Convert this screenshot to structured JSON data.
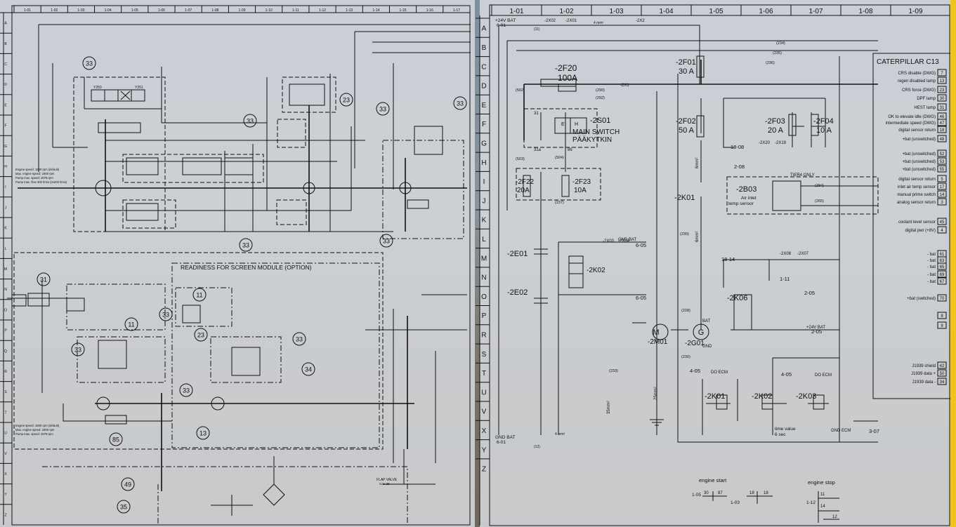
{
  "left_sheet": {
    "column_labels": [
      "1-01",
      "1-02",
      "1-03",
      "1-04",
      "1-05",
      "1-06",
      "1-07",
      "1-08",
      "1-09",
      "1-10",
      "1-11",
      "1-12",
      "1-13",
      "1-14",
      "1-15",
      "1-16",
      "1-17"
    ],
    "row_labels": [
      "A",
      "B",
      "C",
      "D",
      "E",
      "F",
      "G",
      "H",
      "I",
      "J",
      "K",
      "L",
      "M",
      "N",
      "O",
      "P",
      "Q",
      "R",
      "S",
      "T",
      "U",
      "V",
      "X",
      "Y",
      "Z"
    ],
    "callouts": [
      "33",
      "33",
      "23",
      "33",
      "33",
      "33",
      "33",
      "31",
      "11",
      "33",
      "11",
      "23",
      "33",
      "33",
      "34",
      "33",
      "85",
      "13",
      "49",
      "35"
    ],
    "section_title": "READINESS FOR SCREEN MODULE (OPTION)",
    "valve_labels": [
      "Y250",
      "Y251"
    ],
    "notes": {
      "engine_speed_1": [
        "Engine speed: 1800 rpm (default)",
        "Max. engine speed: 1900 rpm",
        "Pump max. speed: 2078 rpm",
        "Pump max. flow 300 l/min (2x200 l/min)"
      ],
      "engine_speed_2": [
        "Engine speed: 1800 rpm (default)",
        "Max. engine speed: 1900 rpm",
        "Pump max. speed: 2078 rpm"
      ],
      "flap_valve": "FLAP VALVE",
      "flap_valve_sub": "Can 28"
    }
  },
  "right_sheet": {
    "column_labels": [
      "1-01",
      "1-02",
      "1-03",
      "1-04",
      "1-05",
      "1-06",
      "1-07",
      "1-08",
      "1-09"
    ],
    "row_labels": [
      "A",
      "B",
      "C",
      "D",
      "E",
      "F",
      "G",
      "H",
      "I",
      "J",
      "K",
      "L",
      "M",
      "N",
      "O",
      "P",
      "R",
      "S",
      "T",
      "U",
      "V",
      "X",
      "Y",
      "Z"
    ],
    "top_bat": {
      "label": "+24V BAT",
      "ref": "6-01",
      "wire": "(11)",
      "size": "4 mm²"
    },
    "gnd_bat": {
      "label": "GND BAT",
      "ref": "6-01",
      "wire": "(12)",
      "size": "4 mm²"
    },
    "wire_numbers": [
      "(234)",
      "(235)",
      "(290)",
      "(292)",
      "(502)",
      "(503)",
      "(504)",
      "(236)",
      "(228)",
      "(230)",
      "(237)",
      "(294)",
      "(265)",
      "(233)",
      "(239)"
    ],
    "connectors": [
      "-2X02",
      "-2X01",
      "-2X2",
      "-2X03",
      "-2X04",
      "-2X08",
      "-2X07",
      "-2X20",
      "-2X19",
      "-2X1"
    ],
    "fuses": [
      {
        "id": "-2F20",
        "rating": "100A"
      },
      {
        "id": "-2F01",
        "rating": "30 A"
      },
      {
        "id": "-2F02",
        "rating": "50 A"
      },
      {
        "id": "-2F03",
        "rating": "20 A"
      },
      {
        "id": "-2F04",
        "rating": "10 A"
      },
      {
        "id": "-2F22",
        "rating": "20A"
      },
      {
        "id": "-2F23",
        "rating": "10A"
      }
    ],
    "main_switch": {
      "id": "-2S01",
      "label1": "MAIN SWITCH",
      "label2": "PÄÄKYTKIN",
      "terminals": [
        "31",
        "31a",
        "E",
        "H",
        "86"
      ]
    },
    "batteries": [
      "-2E01",
      "-2E02"
    ],
    "relays": [
      "-2K01",
      "-2K02",
      "-2K06",
      "-2K02",
      "-2K03",
      "-2K01"
    ],
    "motor": {
      "id": "-2M01",
      "symbol": "M"
    },
    "alternator": {
      "id": "-2G01",
      "symbol": "G",
      "bat": "BAT",
      "gnd": "GND"
    },
    "sensor_box": {
      "title": "TIER4 ONLY",
      "id": "-2B03",
      "line1": "Air inlet",
      "line2": "temp sensor"
    },
    "refs": [
      "6-05",
      "6-05",
      "18-08",
      "2-08",
      "18-14",
      "1-11",
      "2-05",
      "4-05",
      "4-05",
      "3-07",
      "2-05"
    ],
    "gauges": [
      "6mm²",
      "6mm²",
      "25mm²",
      "35mm²"
    ],
    "time_value": {
      "label": "time value",
      "value": "6 sec"
    },
    "engine_start": "engine start",
    "engine_stop": "engine stop",
    "do_ecm": "DO ECM",
    "gnd_ecm": "GND ECM",
    "bat_24v": "+24V BAT",
    "gnd_bat_label": "GND BAT",
    "caterpillar": {
      "title": "CATERPILLAR C13",
      "rows": [
        {
          "label": "CRS disable (DWG)",
          "pin": "7"
        },
        {
          "label": "regen disabled lamp",
          "pin": "13"
        },
        {
          "label": "CRS force (DWG)",
          "pin": "23"
        },
        {
          "label": "DPF lamp",
          "pin": "30"
        },
        {
          "label": "HEST lamp",
          "pin": "31"
        },
        {
          "label": "OK to elevate idle (DWG)",
          "pin": "46"
        },
        {
          "label": "intermediate speed (DWG)",
          "pin": "47"
        },
        {
          "label": "digital sensor return",
          "pin": "18"
        },
        {
          "label": "+bat (unswitched)",
          "pin": "48"
        },
        {
          "label": "+bat (unswitched)",
          "pin": "52"
        },
        {
          "label": "+bat (unswitched)",
          "pin": "53"
        },
        {
          "label": "+bat (unswitched)",
          "pin": "55"
        },
        {
          "label": "digital sensor return",
          "pin": "5"
        },
        {
          "label": "inlet air temp sensor",
          "pin": "17"
        },
        {
          "label": "manual prime switch",
          "pin": "14"
        },
        {
          "label": "analog sensor return",
          "pin": "3"
        },
        {
          "label": "coolant level sensor",
          "pin": "45"
        },
        {
          "label": "digital pwr (+8V)",
          "pin": "4"
        },
        {
          "label": "- bat",
          "pin": "61"
        },
        {
          "label": "- bat",
          "pin": "63"
        },
        {
          "label": "- bat",
          "pin": "65"
        },
        {
          "label": "- bat",
          "pin": "69"
        },
        {
          "label": "- bat",
          "pin": "67"
        },
        {
          "label": "+bat (switched)",
          "pin": "70"
        },
        {
          "label": "",
          "pin": "8"
        },
        {
          "label": "",
          "pin": "9"
        },
        {
          "label": "J1939 shield",
          "pin": "42"
        },
        {
          "label": "J1939 data +",
          "pin": "50"
        },
        {
          "label": "J1939 data -",
          "pin": "34"
        }
      ]
    },
    "start_contacts": [
      "1-05",
      "30",
      "87",
      "1-03",
      "18",
      "18"
    ],
    "stop_contacts": [
      "1-12",
      "11",
      "14",
      "12"
    ]
  }
}
